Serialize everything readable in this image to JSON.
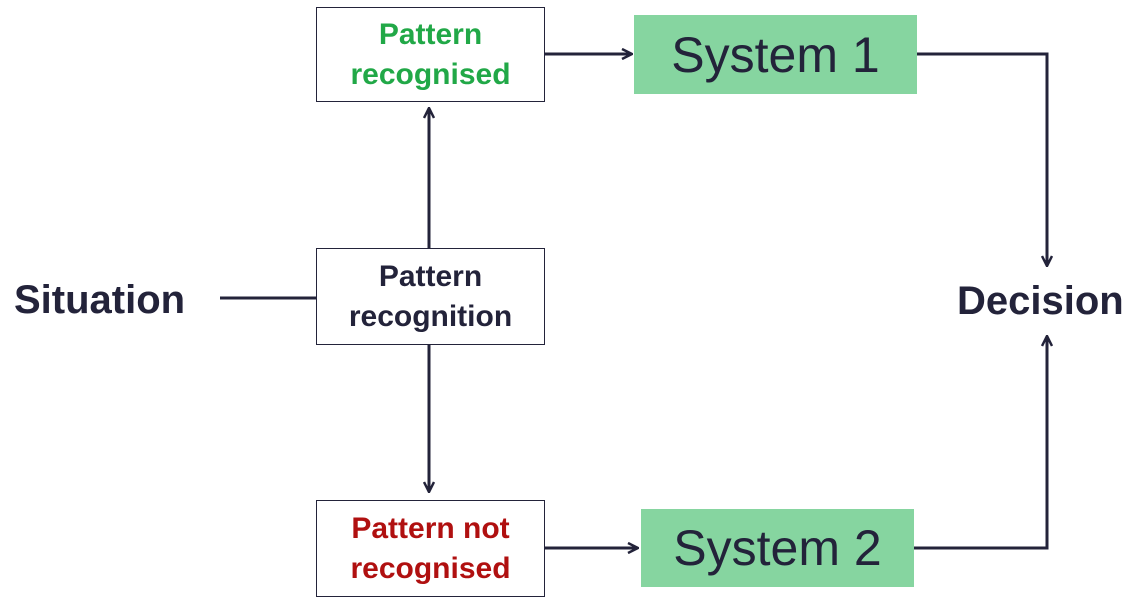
{
  "diagram": {
    "input_label": "Situation",
    "output_label": "Decision",
    "nodes": {
      "recognition": "Pattern\nrecognition",
      "recognised": "Pattern\nrecognised",
      "not_recognised": "Pattern not\nrecognised",
      "system1": "System 1",
      "system2": "System 2"
    },
    "colors": {
      "line": "#23233a",
      "recognised_text": "#21a847",
      "not_recognised_text": "#b01010",
      "system_fill": "#86d5a0"
    }
  }
}
